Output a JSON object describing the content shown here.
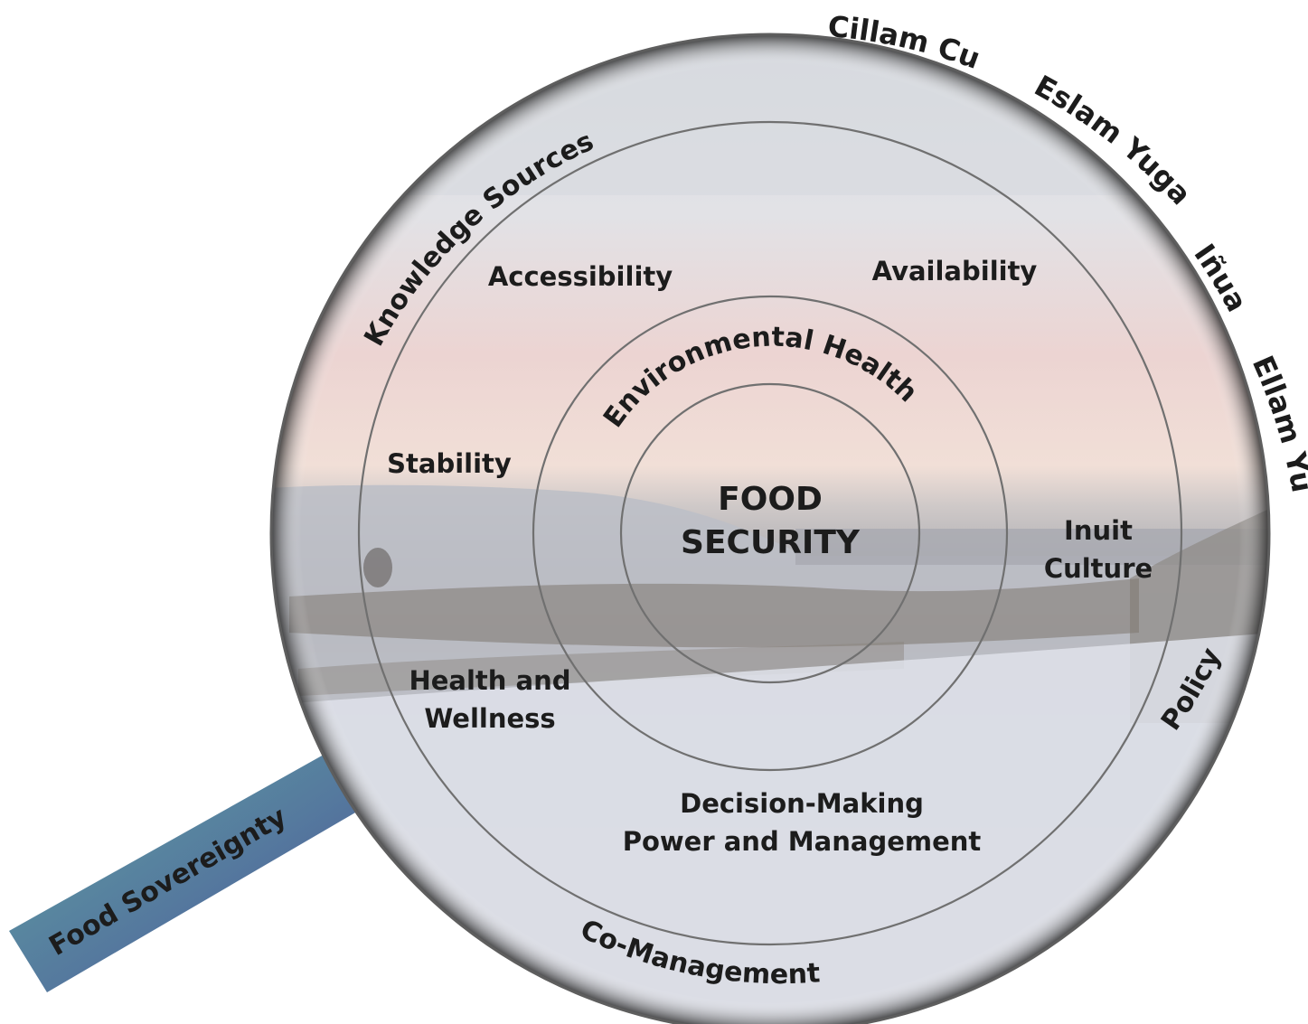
{
  "center": {
    "line1": "FOOD",
    "line2": "SECURITY"
  },
  "inner_ring": {
    "label": "Environmental Health"
  },
  "middle_ring": {
    "availability": "Availability",
    "accessibility": "Accessibility",
    "stability": "Stability",
    "health_line1": "Health and",
    "health_line2": "Wellness",
    "inuit_line1": "Inuit",
    "inuit_line2": "Culture",
    "decision_line1": "Decision-Making",
    "decision_line2": "Power and Management"
  },
  "outer_ring": {
    "knowledge": "Knowledge Sources",
    "policy": "Policy",
    "comanagement": "Co-Management"
  },
  "languages": {
    "cillam_cua": "Cillam Cua",
    "eslam_yuga": "Eslam Yuga",
    "inua": "Iñua",
    "ellam_yua": "Ellam Yua"
  },
  "handle": {
    "label": "Food Sovereignty"
  },
  "colors": {
    "sky_top": "#dfe0e6",
    "sky_pink": "#ebcfcc",
    "snow": "#e9ecf3",
    "ring_stroke": "#6f6f6f",
    "handle_start": "#5c9ea0",
    "handle_end": "#4a5a98"
  }
}
